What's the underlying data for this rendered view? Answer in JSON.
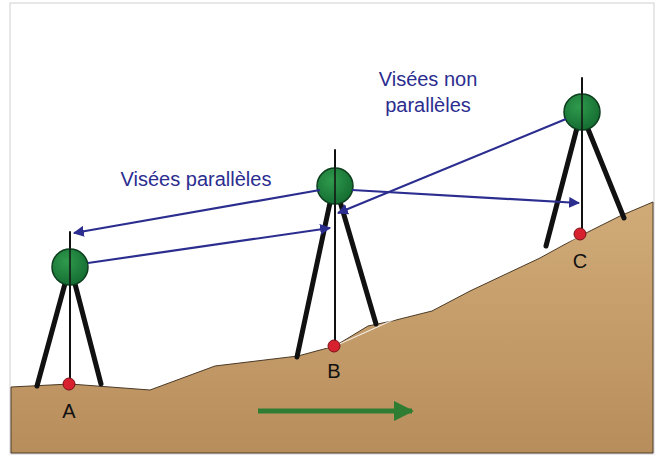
{
  "diagram": {
    "labels": [
      "Visées non parallèles",
      "Visées parallèles",
      "A",
      "B",
      "C"
    ]
  }
}
